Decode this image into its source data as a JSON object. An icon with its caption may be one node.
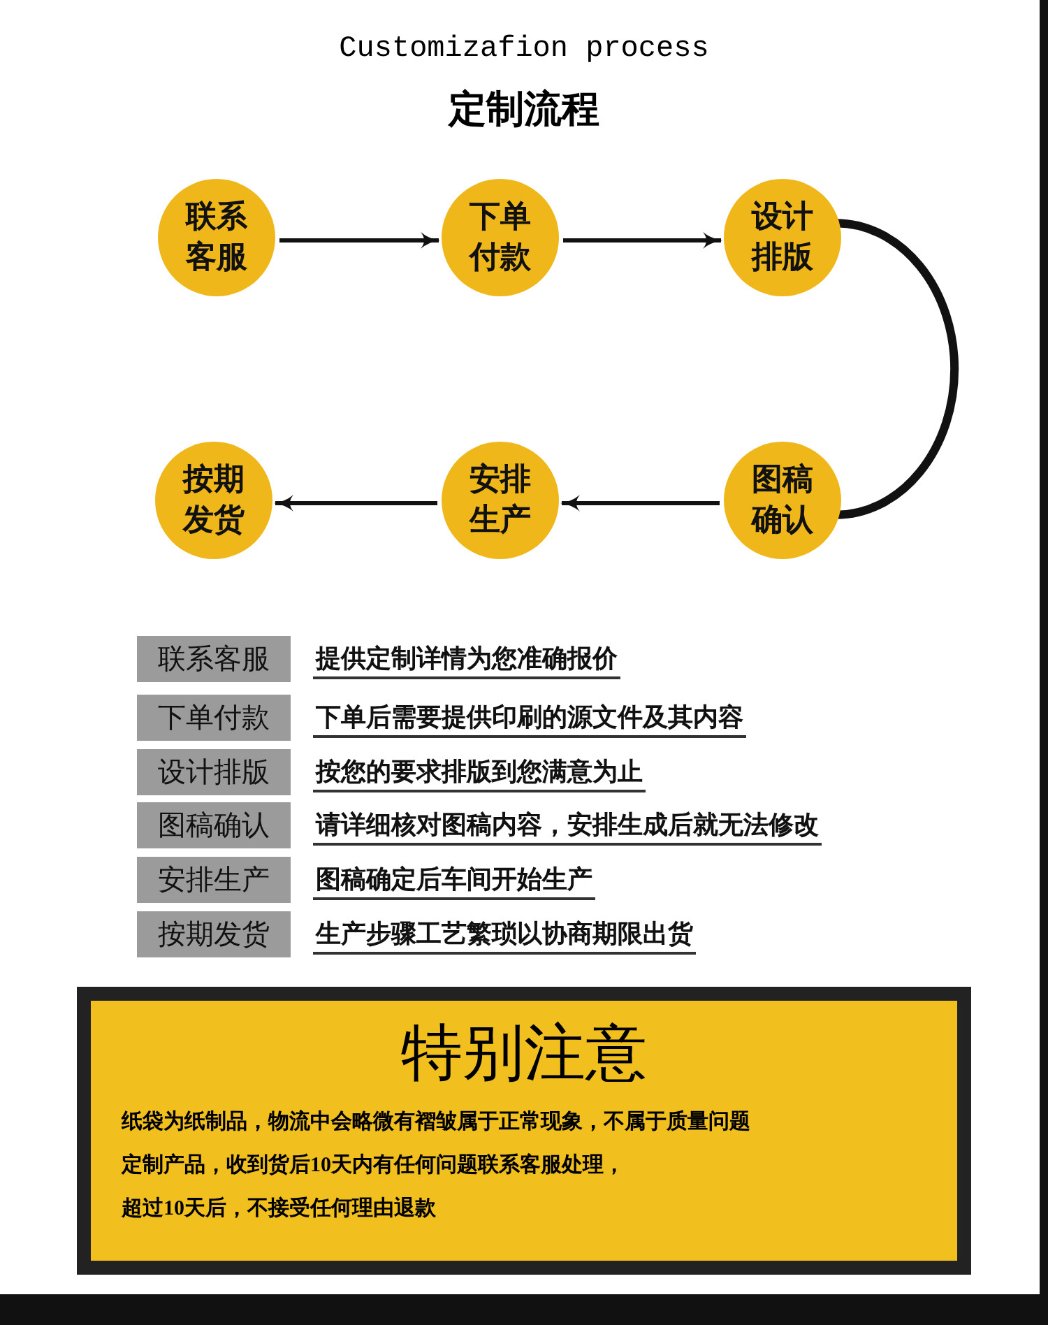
{
  "diagram": {
    "title": "Customizafion process",
    "nodes": [
      {
        "text": [
          "联系客服"
        ]
      },
      {
        "text": [
          "下单付款"
        ]
      },
      {
        "text": [
          "设计排版"
        ]
      },
      {
        "text": [
          "图稿确认"
        ]
      },
      {
        "text": [
          "安排生产"
        ]
      },
      {
        "text": [
          "按期发货"
        ]
      },
      {
        "text": [
          "联系客服"
        ],
        "beside": [
          "提供定制详情为您准确报价"
        ]
      },
      {
        "text": [
          "下单付款"
        ],
        "beside": [
          "下单后需要提供印刷的源文件及其内容"
        ]
      },
      {
        "text": [
          "设计排版"
        ],
        "beside": [
          "按您的要求排版到您满意为止"
        ]
      },
      {
        "text": [
          "图稿确认"
        ],
        "beside": [
          "请详细核对图稿内容，安排生成后就无法修改"
        ]
      },
      {
        "text": [
          "安排生产"
        ],
        "beside": [
          "图稿确定后车间开始生产"
        ]
      },
      {
        "text": [
          "按期发货"
        ],
        "beside": [
          "生产步骤工艺繁琐以协商期限出货"
        ]
      },
      {
        "text": [
          "特别注意",
          "纸袋为纸制品，物流中会略微有褶皱属于正常现象，不属于质量问题",
          "定制产品，收到货后10天内有任何问题联系客服处理，",
          "超过10天后，不接受任何理由退款"
        ]
      }
    ],
    "edges": [
      {
        "from": 0,
        "to": 1,
        "arrow": "to"
      },
      {
        "from": 1,
        "to": 2,
        "arrow": "to"
      },
      {
        "from": 2,
        "to": 3,
        "arrow": "none",
        "style": "thick"
      },
      {
        "from": 3,
        "to": 4,
        "arrow": "to"
      },
      {
        "from": 4,
        "to": 5,
        "arrow": "to"
      }
    ],
    "labels": [
      "定制流程"
    ]
  }
}
